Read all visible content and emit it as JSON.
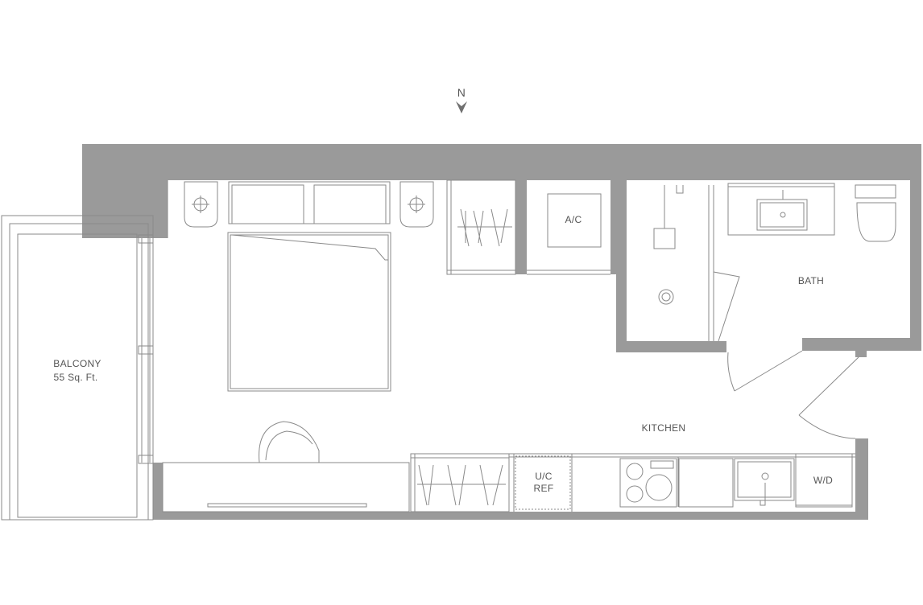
{
  "compass": {
    "label": "N"
  },
  "rooms": {
    "balcony": {
      "name": "BALCONY",
      "area": "55 Sq. Ft."
    },
    "ac": {
      "label": "A/C"
    },
    "bath": {
      "label": "BATH"
    },
    "kitchen": {
      "label": "KITCHEN"
    },
    "fridge": {
      "line1": "U/C",
      "line2": "REF"
    },
    "washer_dryer": {
      "label": "W/D"
    }
  },
  "colors": {
    "wall": "#9a9a9a",
    "line": "#8a8a8a",
    "text": "#555555",
    "background": "#ffffff"
  },
  "icons": [
    "north-arrow-icon",
    "lamp-icon",
    "sink-icon",
    "toilet-icon",
    "shower-drain-icon",
    "cooktop-icon",
    "chair-icon",
    "closet-hanger-icon"
  ]
}
